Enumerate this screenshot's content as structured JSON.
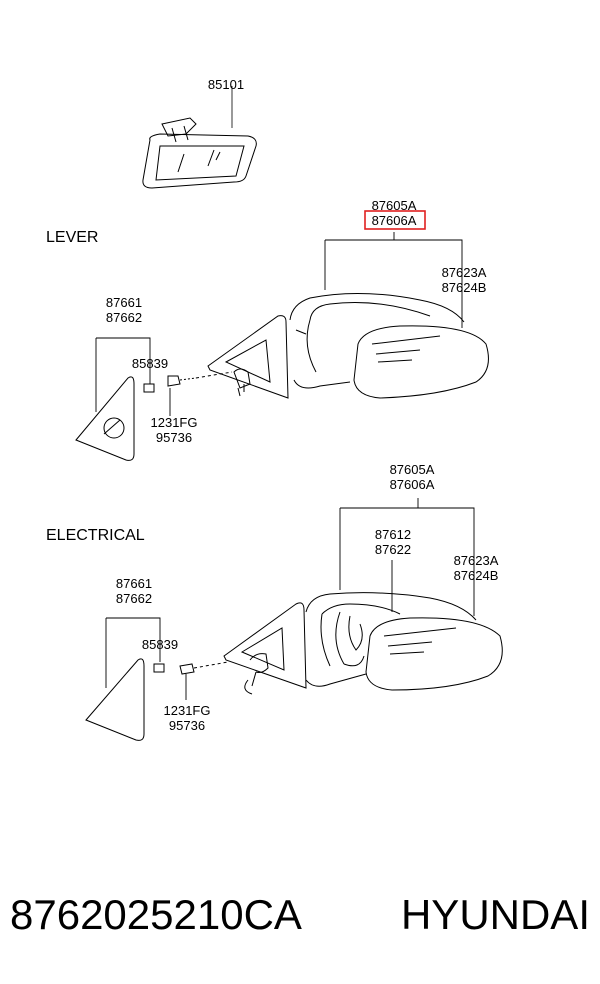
{
  "rearview": {
    "part_no": "85101"
  },
  "lever": {
    "title": "LEVER",
    "assembly": [
      "87605A",
      "87606A"
    ],
    "mirror_glass": [
      "87623A",
      "87624B"
    ],
    "corner_cover": [
      "87661",
      "87662"
    ],
    "clip": "85839",
    "bolt": [
      "1231FG",
      "95736"
    ]
  },
  "electrical": {
    "title": "ELECTRICAL",
    "assembly": [
      "87605A",
      "87606A"
    ],
    "motor": [
      "87612",
      "87622"
    ],
    "mirror_glass": [
      "87623A",
      "87624B"
    ],
    "corner_cover": [
      "87661",
      "87662"
    ],
    "clip": "85839",
    "bolt": [
      "1231FG",
      "95736"
    ]
  },
  "highlight_color": "#e02020",
  "footer": {
    "part_number": "8762025210CA",
    "brand": "HYUNDAI"
  }
}
